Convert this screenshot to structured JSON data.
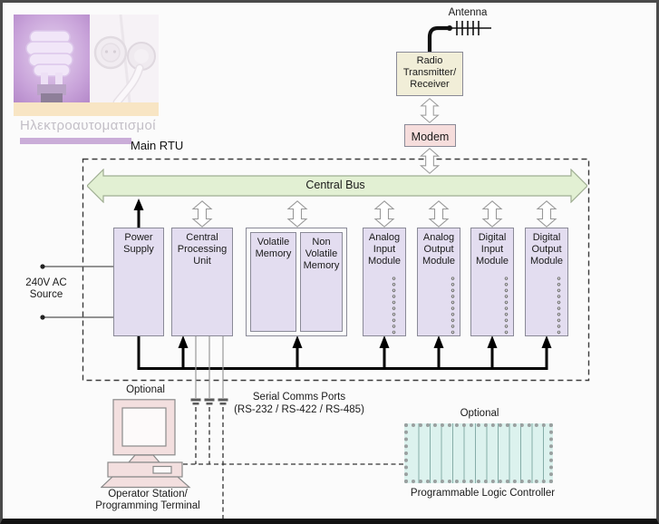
{
  "branding": {
    "greek_text": "Ηλεκτροαυτοματισμοί"
  },
  "labels": {
    "main_rtu": "Main RTU",
    "antenna": "Antenna",
    "central_bus": "Central Bus",
    "ac_source": "240V AC Source",
    "optional_left": "Optional",
    "optional_right": "Optional",
    "serial_ports_line1": "Serial Comms Ports",
    "serial_ports_line2": "(RS-232 / RS-422 / RS-485)",
    "operator_station": "Operator Station/ Programming Terminal",
    "plc": "Programmable Logic Controller"
  },
  "boxes": {
    "radio": "Radio Transmitter/ Receiver",
    "modem": "Modem",
    "power_supply": "Power Supply",
    "cpu": "Central Processing Unit",
    "volatile_memory": "Volatile Memory",
    "non_volatile_memory": "Non Volatile Memory",
    "analog_input": "Analog Input Module",
    "analog_output": "Analog Output Module",
    "digital_input": "Digital Input Module",
    "digital_output": "Digital Output Module"
  },
  "colors": {
    "module_fill": "#E3DDF0",
    "radio_fill": "#F1EED8",
    "modem_fill": "#F6DDDC",
    "bus_fill": "#E2F0D3",
    "bus_stroke": "#9FAE92",
    "computer_fill": "#F3DFDF",
    "plc_fill": "#DCF2EE",
    "peach_bar": "#F8E5C4",
    "purple_bar": "#CAADD8"
  }
}
